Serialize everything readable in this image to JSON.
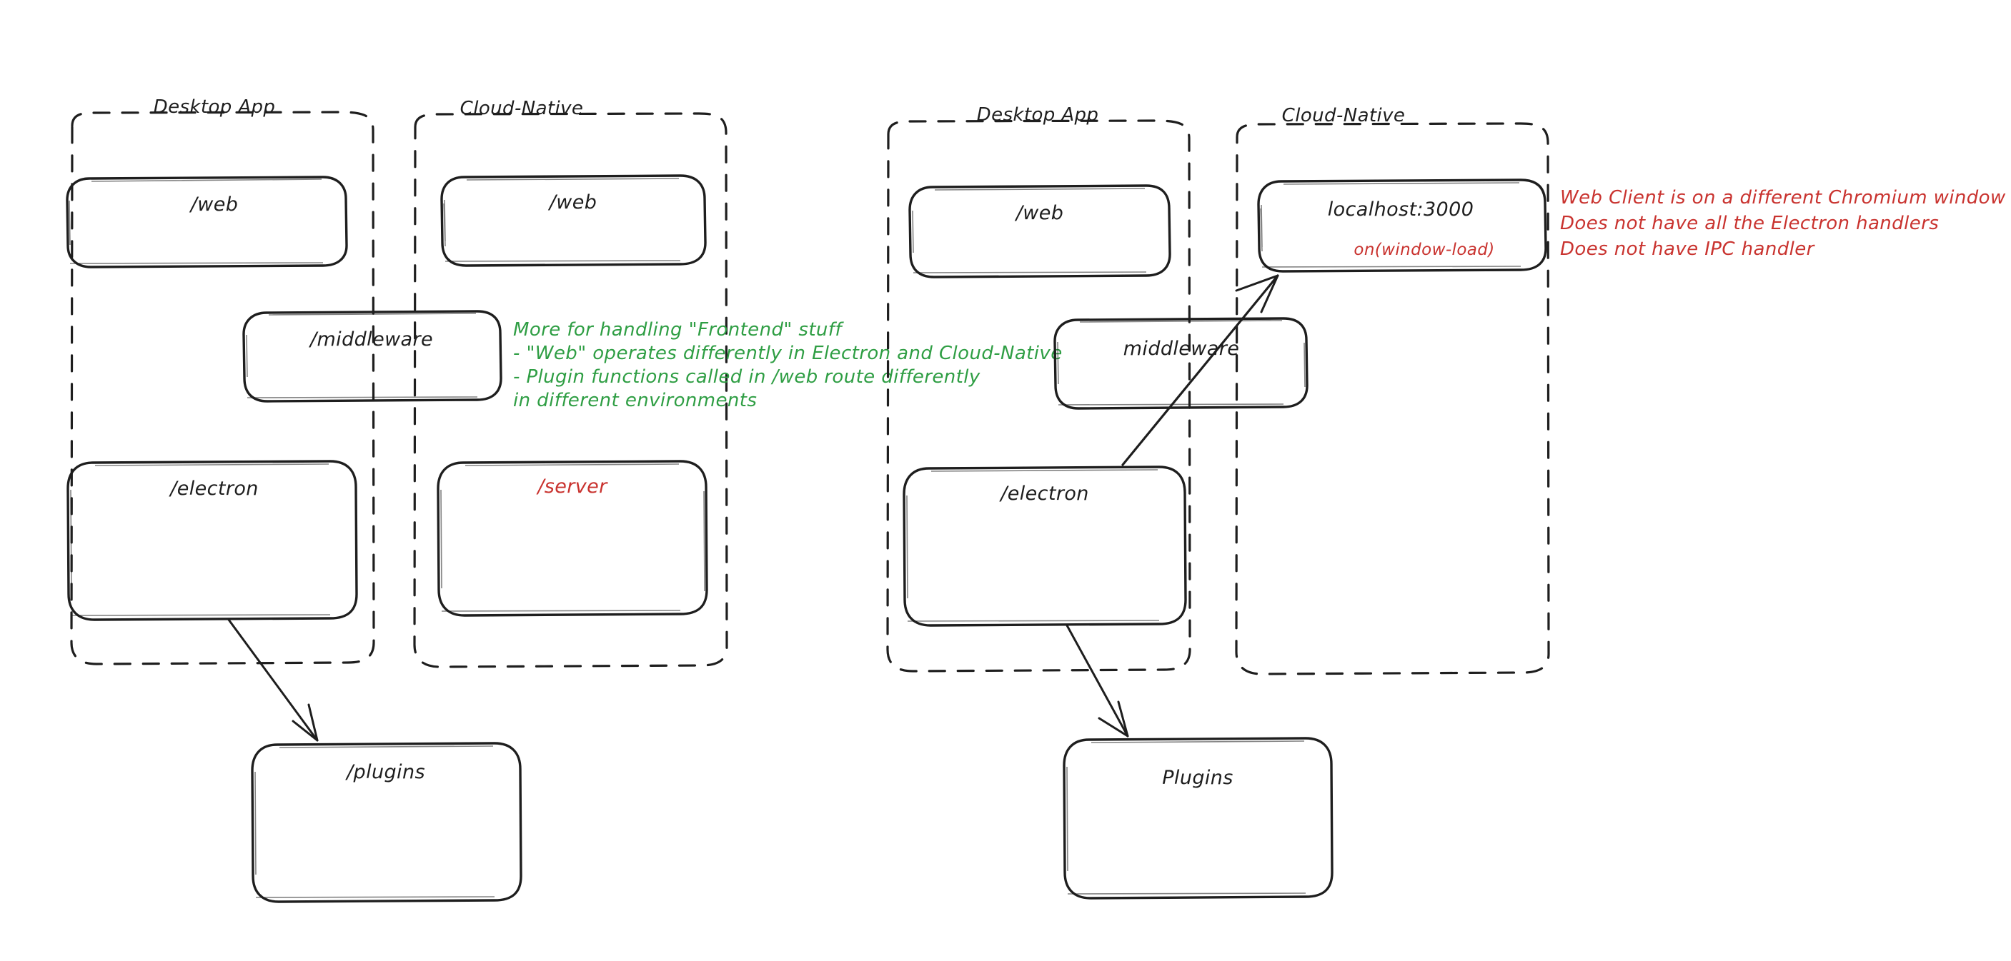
{
  "diagram": {
    "title_note": "Electron / Cloud-Native architecture comparison",
    "colors": {
      "stroke": "#1e1e1e",
      "green": "#2f9e44",
      "red": "#c9332f",
      "background": "#ffffff"
    },
    "left_diagram": {
      "groups": [
        {
          "label": "Desktop App",
          "name": "desktop-app-group"
        },
        {
          "label": "Cloud-Native",
          "name": "cloud-native-group"
        }
      ],
      "nodes": [
        {
          "label": "/web",
          "name": "web-node-desktop",
          "color": "#1e1e1e"
        },
        {
          "label": "/web",
          "name": "web-node-cloud",
          "color": "#1e1e1e"
        },
        {
          "label": "/middleware",
          "name": "middleware-node",
          "color": "#1e1e1e"
        },
        {
          "label": "/electron",
          "name": "electron-node",
          "color": "#1e1e1e"
        },
        {
          "label": "/server",
          "name": "server-node",
          "color": "#c9332f"
        },
        {
          "label": "/plugins",
          "name": "plugins-node",
          "color": "#1e1e1e"
        }
      ],
      "annotation": {
        "name": "middleware-note",
        "color": "#2f9e44",
        "lines": [
          "More for handling \"Frontend\" stuff",
          "- \"Web\" operates differently in Electron and Cloud-Native",
          "- Plugin functions called in /web route differently",
          "in different environments"
        ]
      },
      "arrows": [
        {
          "name": "electron-to-plugins-arrow",
          "from": "/electron",
          "to": "/plugins"
        }
      ]
    },
    "right_diagram": {
      "groups": [
        {
          "label": "Desktop App",
          "name": "desktop-app-group-2"
        },
        {
          "label": "Cloud-Native",
          "name": "cloud-native-group-2"
        }
      ],
      "nodes": [
        {
          "label": "/web",
          "name": "web-node-desktop-2",
          "color": "#1e1e1e"
        },
        {
          "label": "localhost:3000",
          "name": "localhost-node",
          "color": "#1e1e1e"
        },
        {
          "label": "on(window-load)",
          "name": "on-window-load-label",
          "color": "#c9332f"
        },
        {
          "label": "middleware",
          "name": "middleware-node-2",
          "color": "#1e1e1e"
        },
        {
          "label": "/electron",
          "name": "electron-node-2",
          "color": "#1e1e1e"
        },
        {
          "label": "Plugins",
          "name": "plugins-node-2",
          "color": "#1e1e1e"
        }
      ],
      "annotation": {
        "name": "web-client-note",
        "color": "#c9332f",
        "lines": [
          "Web Client is on a different Chromium window",
          "Does not have all the Electron handlers",
          "Does not have IPC handler"
        ]
      },
      "arrows": [
        {
          "name": "electron-to-localhost-arrow",
          "from": "/electron",
          "to": "localhost:3000"
        },
        {
          "name": "electron-to-plugins-arrow-2",
          "from": "/electron",
          "to": "Plugins"
        }
      ]
    }
  }
}
